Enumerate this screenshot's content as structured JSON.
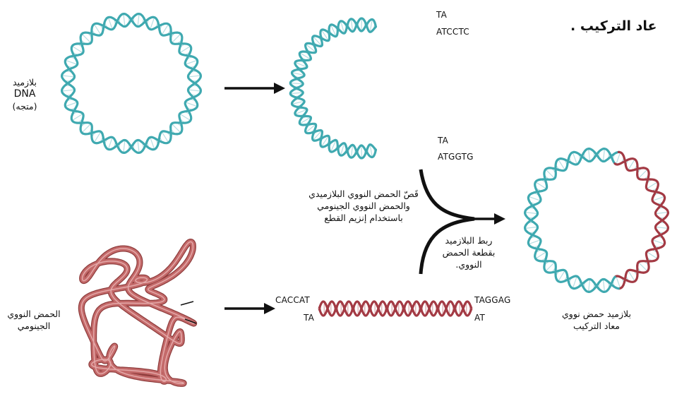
{
  "top_title": "عاد التركيب .",
  "plasmid_label": {
    "line1": "بلازميد",
    "line2": "DNA",
    "line3": "(متجه)"
  },
  "cut_plasmid_ends": {
    "top_1": "TA",
    "top_2": "ATCCTC",
    "bottom_1": "TA",
    "bottom_2": "ATGGTG"
  },
  "cutting_caption": {
    "line1": "قَصّ الحمض النووي البلازميدي",
    "line2": "والحمض النووي الجينومي",
    "line3": "باستخدام إنزيم القطع"
  },
  "ligation_caption": {
    "line1": "ربط البلازميد",
    "line2": "بقطعة الحمض",
    "line3": "النووي."
  },
  "genomic_label": {
    "line1": "الحمض النووي",
    "line2": "الجينومي"
  },
  "fragment_ends": {
    "left_top": "CACCAT",
    "left_bottom": "TA",
    "right_top": "TAGGAG",
    "right_bottom": "AT"
  },
  "result_label": {
    "line1": "بلازميد حمض نووي",
    "line2": "معاد التركيب"
  },
  "colors": {
    "helix_teal": "#3fa9b0",
    "helix_light": "#b7dee2",
    "genomic_red": "#c46a6a",
    "insert_red": "#a33a44",
    "arrow": "#111111"
  }
}
